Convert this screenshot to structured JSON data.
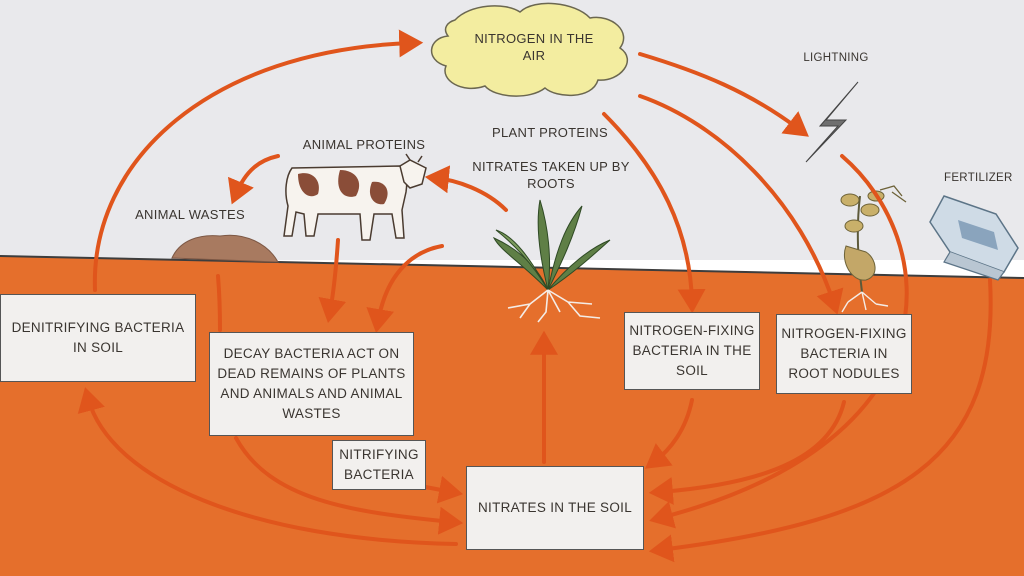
{
  "diagram": {
    "colors": {
      "sky": "#e9e9ec",
      "soil": "#e56f2c",
      "arrow": "#e0551c",
      "cloud": "#f3eda0",
      "box_fill": "#f2f0ee"
    },
    "labels": {
      "nitrogen_air": "NITROGEN IN THE AIR",
      "lightning": "LIGHTNING",
      "fertilizer": "FERTILIZER",
      "animal_proteins": "ANIMAL PROTEINS",
      "plant_proteins": "PLANT PROTEINS",
      "nitrates_taken_up": "NITRATES TAKEN UP BY ROOTS",
      "animal_wastes": "ANIMAL WASTES"
    },
    "boxes": {
      "denitrifying": "DENITRIFYING BACTERIA IN SOIL",
      "decay": "DECAY BACTERIA ACT ON DEAD REMAINS OF PLANTS AND ANIMALS AND ANIMAL WASTES",
      "nitrifying": "NITRIFYING BACTERIA",
      "n_fixing_soil": "NITROGEN-FIXING BACTERIA IN THE SOIL",
      "n_fixing_root": "NITROGEN-FIXING BACTERIA IN ROOT NODULES",
      "nitrates_soil": "NITRATES IN THE SOIL"
    },
    "icons": [
      "cloud-icon",
      "lightning-icon",
      "cow-icon",
      "grass-plant-icon",
      "legume-plant-icon",
      "fertilizer-bag-icon",
      "waste-mound-icon"
    ]
  }
}
